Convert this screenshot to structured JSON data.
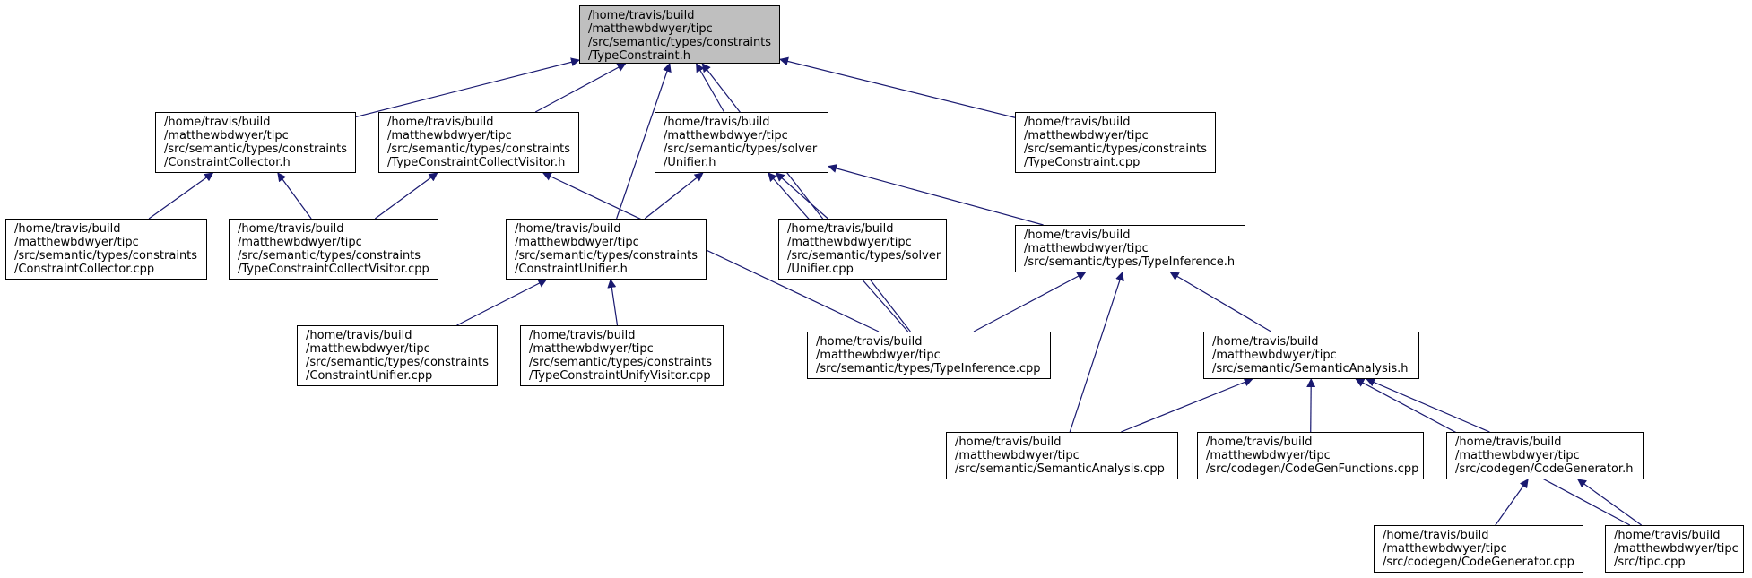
{
  "colors": {
    "edge": "#191970",
    "root_fill": "#bfbfbf",
    "node_fill": "#ffffff",
    "border": "#000000"
  },
  "nodes": {
    "type_constraint_h": {
      "lines": [
        "/home/travis/build",
        "/matthewbdwyer/tipc",
        "/src/semantic/types/constraints",
        "/TypeConstraint.h"
      ]
    },
    "constraint_collector_h": {
      "lines": [
        "/home/travis/build",
        "/matthewbdwyer/tipc",
        "/src/semantic/types/constraints",
        "/ConstraintCollector.h"
      ]
    },
    "type_constraint_collect_visitor_h": {
      "lines": [
        "/home/travis/build",
        "/matthewbdwyer/tipc",
        "/src/semantic/types/constraints",
        "/TypeConstraintCollectVisitor.h"
      ]
    },
    "unifier_h": {
      "lines": [
        "/home/travis/build",
        "/matthewbdwyer/tipc",
        "/src/semantic/types/solver",
        "/Unifier.h"
      ]
    },
    "type_constraint_cpp": {
      "lines": [
        "/home/travis/build",
        "/matthewbdwyer/tipc",
        "/src/semantic/types/constraints",
        "/TypeConstraint.cpp"
      ]
    },
    "constraint_collector_cpp": {
      "lines": [
        "/home/travis/build",
        "/matthewbdwyer/tipc",
        "/src/semantic/types/constraints",
        "/ConstraintCollector.cpp"
      ]
    },
    "type_constraint_collect_visitor_cpp": {
      "lines": [
        "/home/travis/build",
        "/matthewbdwyer/tipc",
        "/src/semantic/types/constraints",
        "/TypeConstraintCollectVisitor.cpp"
      ]
    },
    "constraint_unifier_h": {
      "lines": [
        "/home/travis/build",
        "/matthewbdwyer/tipc",
        "/src/semantic/types/constraints",
        "/ConstraintUnifier.h"
      ]
    },
    "unifier_cpp": {
      "lines": [
        "/home/travis/build",
        "/matthewbdwyer/tipc",
        "/src/semantic/types/solver",
        "/Unifier.cpp"
      ]
    },
    "type_inference_h": {
      "lines": [
        "/home/travis/build",
        "/matthewbdwyer/tipc",
        "/src/semantic/types/TypeInference.h"
      ]
    },
    "constraint_unifier_cpp": {
      "lines": [
        "/home/travis/build",
        "/matthewbdwyer/tipc",
        "/src/semantic/types/constraints",
        "/ConstraintUnifier.cpp"
      ]
    },
    "type_constraint_unify_visitor_cpp": {
      "lines": [
        "/home/travis/build",
        "/matthewbdwyer/tipc",
        "/src/semantic/types/constraints",
        "/TypeConstraintUnifyVisitor.cpp"
      ]
    },
    "type_inference_cpp": {
      "lines": [
        "/home/travis/build",
        "/matthewbdwyer/tipc",
        "/src/semantic/types/TypeInference.cpp"
      ]
    },
    "semantic_analysis_h": {
      "lines": [
        "/home/travis/build",
        "/matthewbdwyer/tipc",
        "/src/semantic/SemanticAnalysis.h"
      ]
    },
    "semantic_analysis_cpp": {
      "lines": [
        "/home/travis/build",
        "/matthewbdwyer/tipc",
        "/src/semantic/SemanticAnalysis.cpp"
      ]
    },
    "code_gen_functions_cpp": {
      "lines": [
        "/home/travis/build",
        "/matthewbdwyer/tipc",
        "/src/codegen/CodeGenFunctions.cpp"
      ]
    },
    "code_generator_h": {
      "lines": [
        "/home/travis/build",
        "/matthewbdwyer/tipc",
        "/src/codegen/CodeGenerator.h"
      ]
    },
    "code_generator_cpp": {
      "lines": [
        "/home/travis/build",
        "/matthewbdwyer/tipc",
        "/src/codegen/CodeGenerator.cpp"
      ]
    },
    "tipc_cpp": {
      "lines": [
        "/home/travis/build",
        "/matthewbdwyer/tipc",
        "/src/tipc.cpp"
      ]
    }
  },
  "edges": [
    [
      "constraint_collector_h",
      "type_constraint_h"
    ],
    [
      "type_constraint_collect_visitor_h",
      "type_constraint_h"
    ],
    [
      "constraint_unifier_h",
      "type_constraint_h"
    ],
    [
      "unifier_h",
      "type_constraint_h"
    ],
    [
      "type_inference_cpp",
      "type_constraint_h"
    ],
    [
      "type_constraint_cpp",
      "type_constraint_h"
    ],
    [
      "constraint_collector_cpp",
      "constraint_collector_h"
    ],
    [
      "type_constraint_collect_visitor_cpp",
      "constraint_collector_h"
    ],
    [
      "type_constraint_collect_visitor_cpp",
      "type_constraint_collect_visitor_h"
    ],
    [
      "type_inference_cpp",
      "type_constraint_collect_visitor_h"
    ],
    [
      "constraint_unifier_h",
      "unifier_h"
    ],
    [
      "unifier_cpp",
      "unifier_h"
    ],
    [
      "type_inference_cpp",
      "unifier_h"
    ],
    [
      "type_inference_h",
      "unifier_h"
    ],
    [
      "constraint_unifier_cpp",
      "constraint_unifier_h"
    ],
    [
      "type_constraint_unify_visitor_cpp",
      "constraint_unifier_h"
    ],
    [
      "type_inference_cpp",
      "type_inference_h"
    ],
    [
      "semantic_analysis_cpp",
      "type_inference_h"
    ],
    [
      "semantic_analysis_h",
      "type_inference_h"
    ],
    [
      "semantic_analysis_cpp",
      "semantic_analysis_h"
    ],
    [
      "code_gen_functions_cpp",
      "semantic_analysis_h"
    ],
    [
      "code_generator_h",
      "semantic_analysis_h"
    ],
    [
      "tipc_cpp",
      "semantic_analysis_h"
    ],
    [
      "code_generator_cpp",
      "code_generator_h"
    ],
    [
      "tipc_cpp",
      "code_generator_h"
    ]
  ]
}
